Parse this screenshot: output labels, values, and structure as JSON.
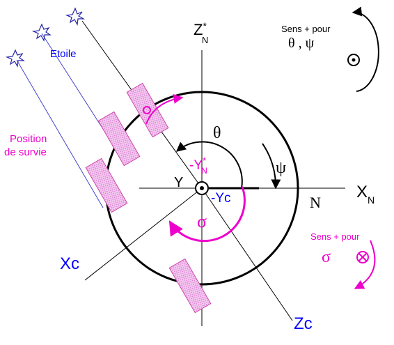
{
  "labels": {
    "star": "Etoile",
    "survival_position_line1": "Position",
    "survival_position_line2": "de survie",
    "zn_axis": "Z",
    "zn_sub": "N",
    "zn_star": "*",
    "xn_axis": "X",
    "xn_sub": "N",
    "n_label": "N",
    "theta": "θ",
    "psi": "ψ",
    "y_label": "Y",
    "minus_yn_star": "-Y",
    "minus_yn_sub": "N",
    "minus_yn_sup": "*",
    "minus_yc": "-Yc",
    "sigma": "σ",
    "xc_axis": "Xc",
    "zc_axis": "Zc",
    "sense_top_line1": "Sens + pour",
    "sense_top_line2": "θ , ψ",
    "sense_bottom_line1": "Sens + pour",
    "sense_bottom_sigma": "σ"
  },
  "colors": {
    "axis": "#000000",
    "pink": "#ee00cc",
    "blue": "#0000ff",
    "star_line": "#4444cc",
    "panel_fill": "#f0b0f0",
    "panel_stroke": "#cc44aa"
  },
  "icons": {
    "star": "star-icon",
    "out_of_page": "dot-in-circle-icon",
    "into_page": "cross-in-circle-icon"
  }
}
